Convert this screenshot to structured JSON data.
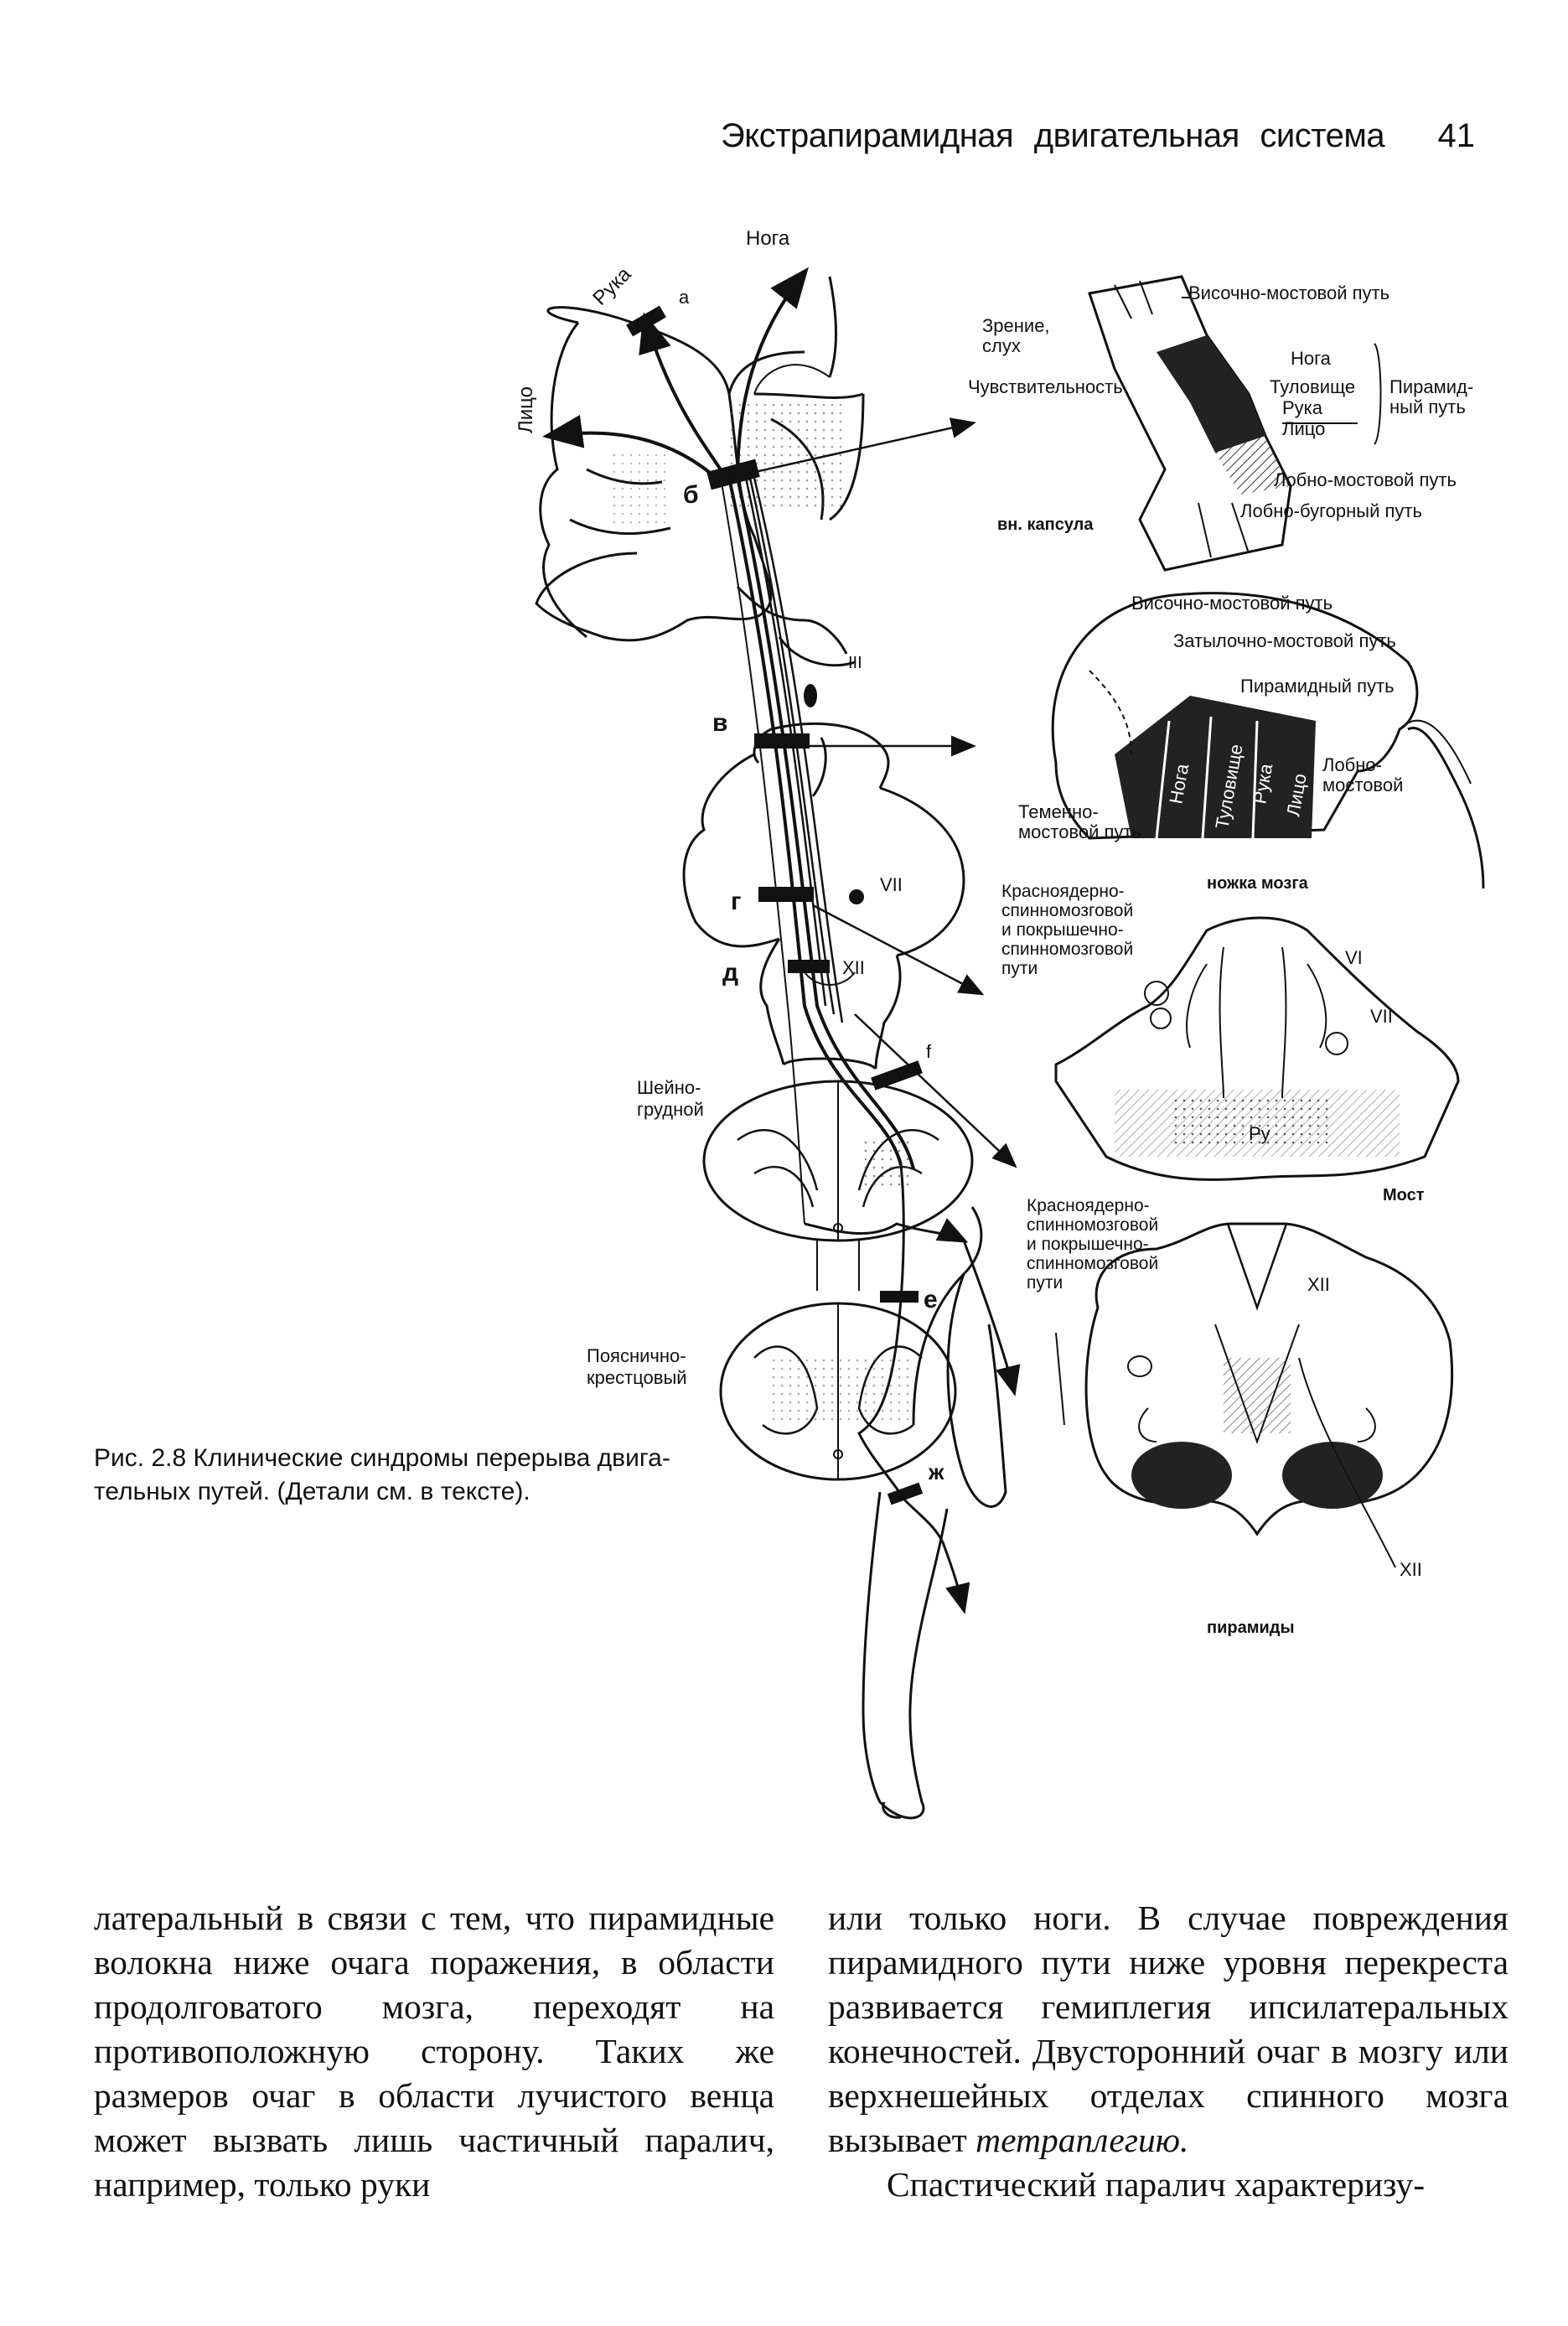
{
  "running_head": {
    "title": "Экстрапирамидная двигательная система",
    "page_number": "41"
  },
  "figure": {
    "body_labels": {
      "leg": "Нога",
      "arm": "Рука",
      "face": "Лицо",
      "cervicothoracic": "Шейно-\nгрудной",
      "lumbosacral": "Пояснично-\nкрестцовый"
    },
    "lesion_labels": [
      "а",
      "б",
      "в",
      "г",
      "д",
      "f",
      "е",
      "ж"
    ],
    "nerve_labels": [
      "III",
      "VII",
      "XII"
    ],
    "capsule": {
      "label": "вн. капсула",
      "temporopontine": "Височно-мостовой путь",
      "vision_hearing": "Зрение,\nслух",
      "sensitivity": "Чувствительность",
      "leg": "Нога",
      "trunk": "Туловище",
      "arm": "Рука",
      "face": "Лицо",
      "pyramidal": "Пирамид-\nный путь",
      "frontopontine": "Лобно-мостовой путь",
      "frontothalamic": "Лобно-бугорный путь"
    },
    "peduncle": {
      "label": "ножка мозга",
      "temporopontine": "Височно-мостовой путь",
      "occipitopontine": "Затылочно-мостовой путь",
      "pyramidal": "Пирамидный путь",
      "parietopontine": "Теменно-\nмостовой путь",
      "frontopontine": "Лобно-\nмостовой",
      "leg": "Нога",
      "trunk": "Туловище",
      "arm": "Рука",
      "face": "Лицо"
    },
    "pons": {
      "label": "Мост",
      "tracts": "Красноядерно-\nспинномозговой\nи покрышечно-\nспинномозговой\nпути",
      "nerve_vi": "VI",
      "nerve_vii": "VII",
      "py": "Py"
    },
    "medulla": {
      "label": "пирамиды",
      "tracts": "Красноядерно-\nспинномозговой\nи покрышечно-\nспинномозговой\nпути",
      "nerve_xii_top": "XII",
      "nerve_xii_bottom": "XII"
    }
  },
  "caption": "Рис. 2.8 Клинические синдромы перерыва двигательных путей. (Детали см. в тексте).",
  "caption_lines": [
    "Рис. 2.8 Клинические синдромы перерыва двига-",
    "тельных путей. (Детали см. в тексте)."
  ],
  "body": {
    "left_column": "латеральный в связи с тем, что пирамидные волокна ниже очага поражения, в области продолговатого мозга, переходят на противоположную сторону. Таких же размеров очаг в области лучистого венца может вызвать лишь частичный паралич, например, только руки",
    "right_column_p1_before": "или только ноги. В случае повреждения пирамидного пути ниже уровня перекреста развивается гемиплегия ипсилатеральных конечностей. Двусторонний очаг в мозгу или верхнешейных отделах спинного мозга вызывает ",
    "right_column_p1_term": "тетраплегию.",
    "right_column_p2": "Спастический паралич характеризу-"
  }
}
